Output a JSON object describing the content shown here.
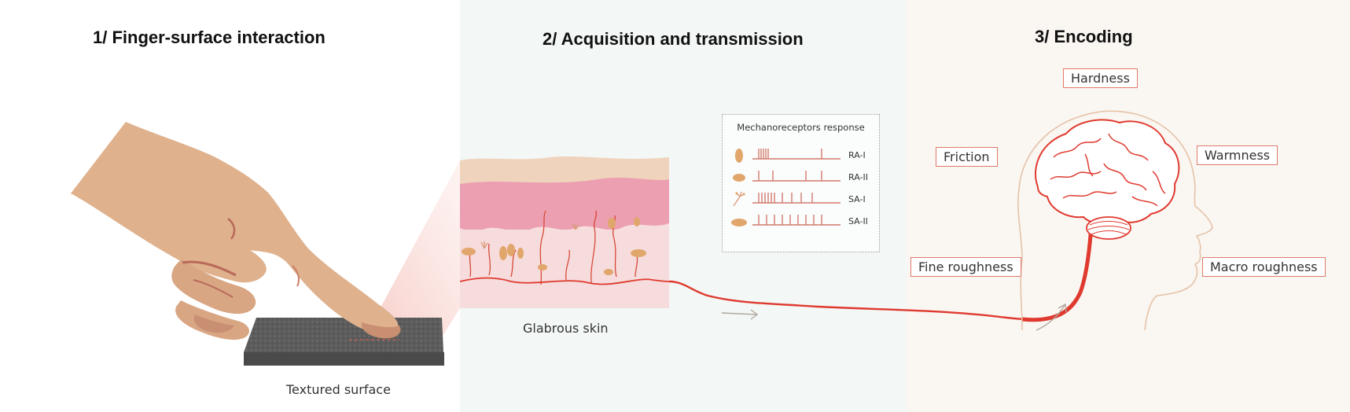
{
  "panels": [
    {
      "title": "1/ Finger-surface interaction"
    },
    {
      "title": "2/ Acquisition and transmission"
    },
    {
      "title": "3/ Encoding"
    }
  ],
  "captions": {
    "surface": "Textured surface",
    "skin": "Glabrous skin"
  },
  "mechanoreceptors": {
    "title": "Mechanoreceptors response",
    "rows": [
      {
        "label": "RA-I",
        "icon": "meissner-corpuscle-icon"
      },
      {
        "label": "RA-II",
        "icon": "pacinian-corpuscle-icon"
      },
      {
        "label": "SA-I",
        "icon": "merkel-disc-icon"
      },
      {
        "label": "SA-II",
        "icon": "ruffini-ending-icon"
      }
    ]
  },
  "properties": [
    "Hardness",
    "Friction",
    "Warmness",
    "Fine roughness",
    "Macro roughness"
  ],
  "colors": {
    "skin_tone": "#dfb18d",
    "nerve": "#e03a2f",
    "accent": "#e07a6a",
    "surface": "#5f5f5f",
    "panel2_bg": "#f3f7f6",
    "panel3_bg": "#faf6f2"
  }
}
